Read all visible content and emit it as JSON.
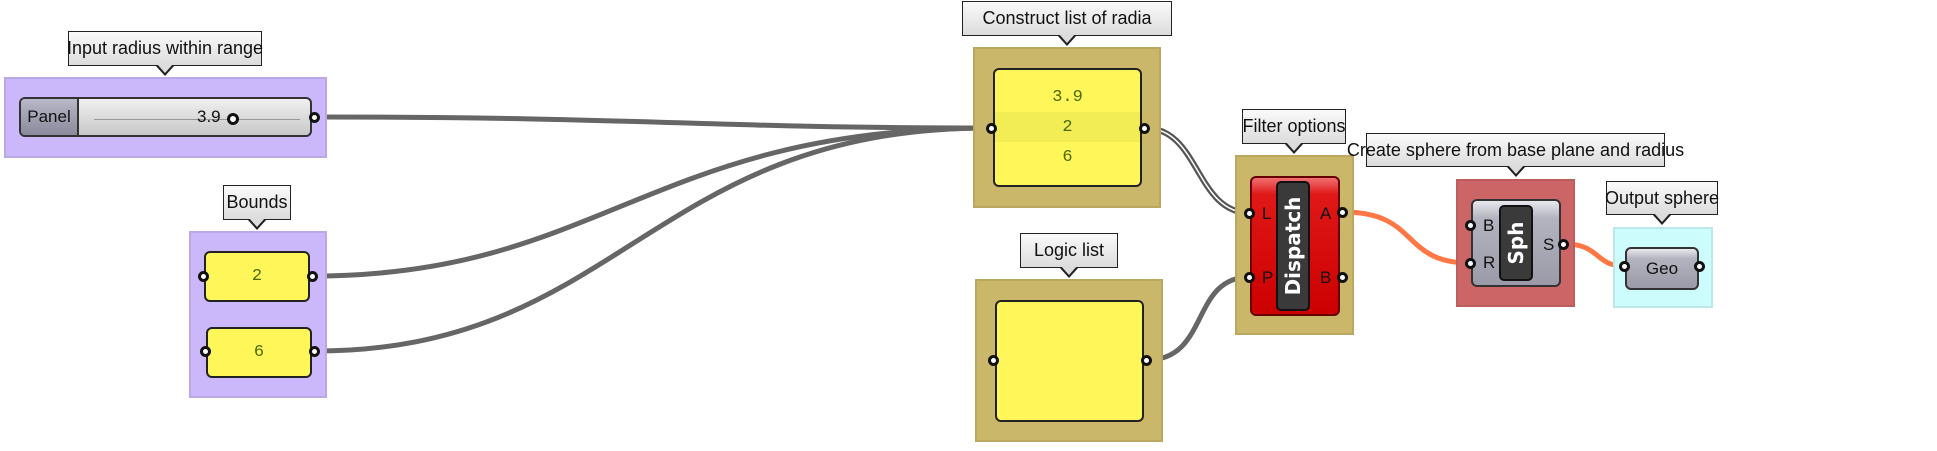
{
  "groups": {
    "slider_group": {
      "label": "Input radius within range",
      "color": "#cbb8fb"
    },
    "bounds_group": {
      "label": "Bounds",
      "color": "#cbb8fb"
    },
    "construct_group": {
      "label": "Construct list of radia",
      "color": "#cbb769"
    },
    "logic_group": {
      "label": "Logic list",
      "color": "#cbb769"
    },
    "filter_group": {
      "label": "Filter options",
      "color": "#cbb769"
    },
    "sphere_group": {
      "label": "Create sphere from base plane and radius",
      "color": "#cc6666"
    },
    "output_group": {
      "label": "Output sphere",
      "color": "#ccfcfc"
    }
  },
  "slider": {
    "name": "Panel",
    "value": "3.9",
    "fraction": 0.59
  },
  "bounds": {
    "lower": "2",
    "upper": "6"
  },
  "construct_panel": {
    "values": [
      "3.9",
      "2",
      "6"
    ]
  },
  "logic_panel": {
    "values": []
  },
  "dispatch": {
    "name": "Dispatch",
    "inputs": [
      "L",
      "P"
    ],
    "outputs": [
      "A",
      "B"
    ],
    "color": "#dd1111"
  },
  "sphere": {
    "name": "Sph",
    "inputs": [
      "B",
      "R"
    ],
    "outputs": [
      "S"
    ]
  },
  "geo": {
    "name": "Geo"
  },
  "wire_colors": {
    "default": "#666666",
    "selected": "#ff7744"
  }
}
